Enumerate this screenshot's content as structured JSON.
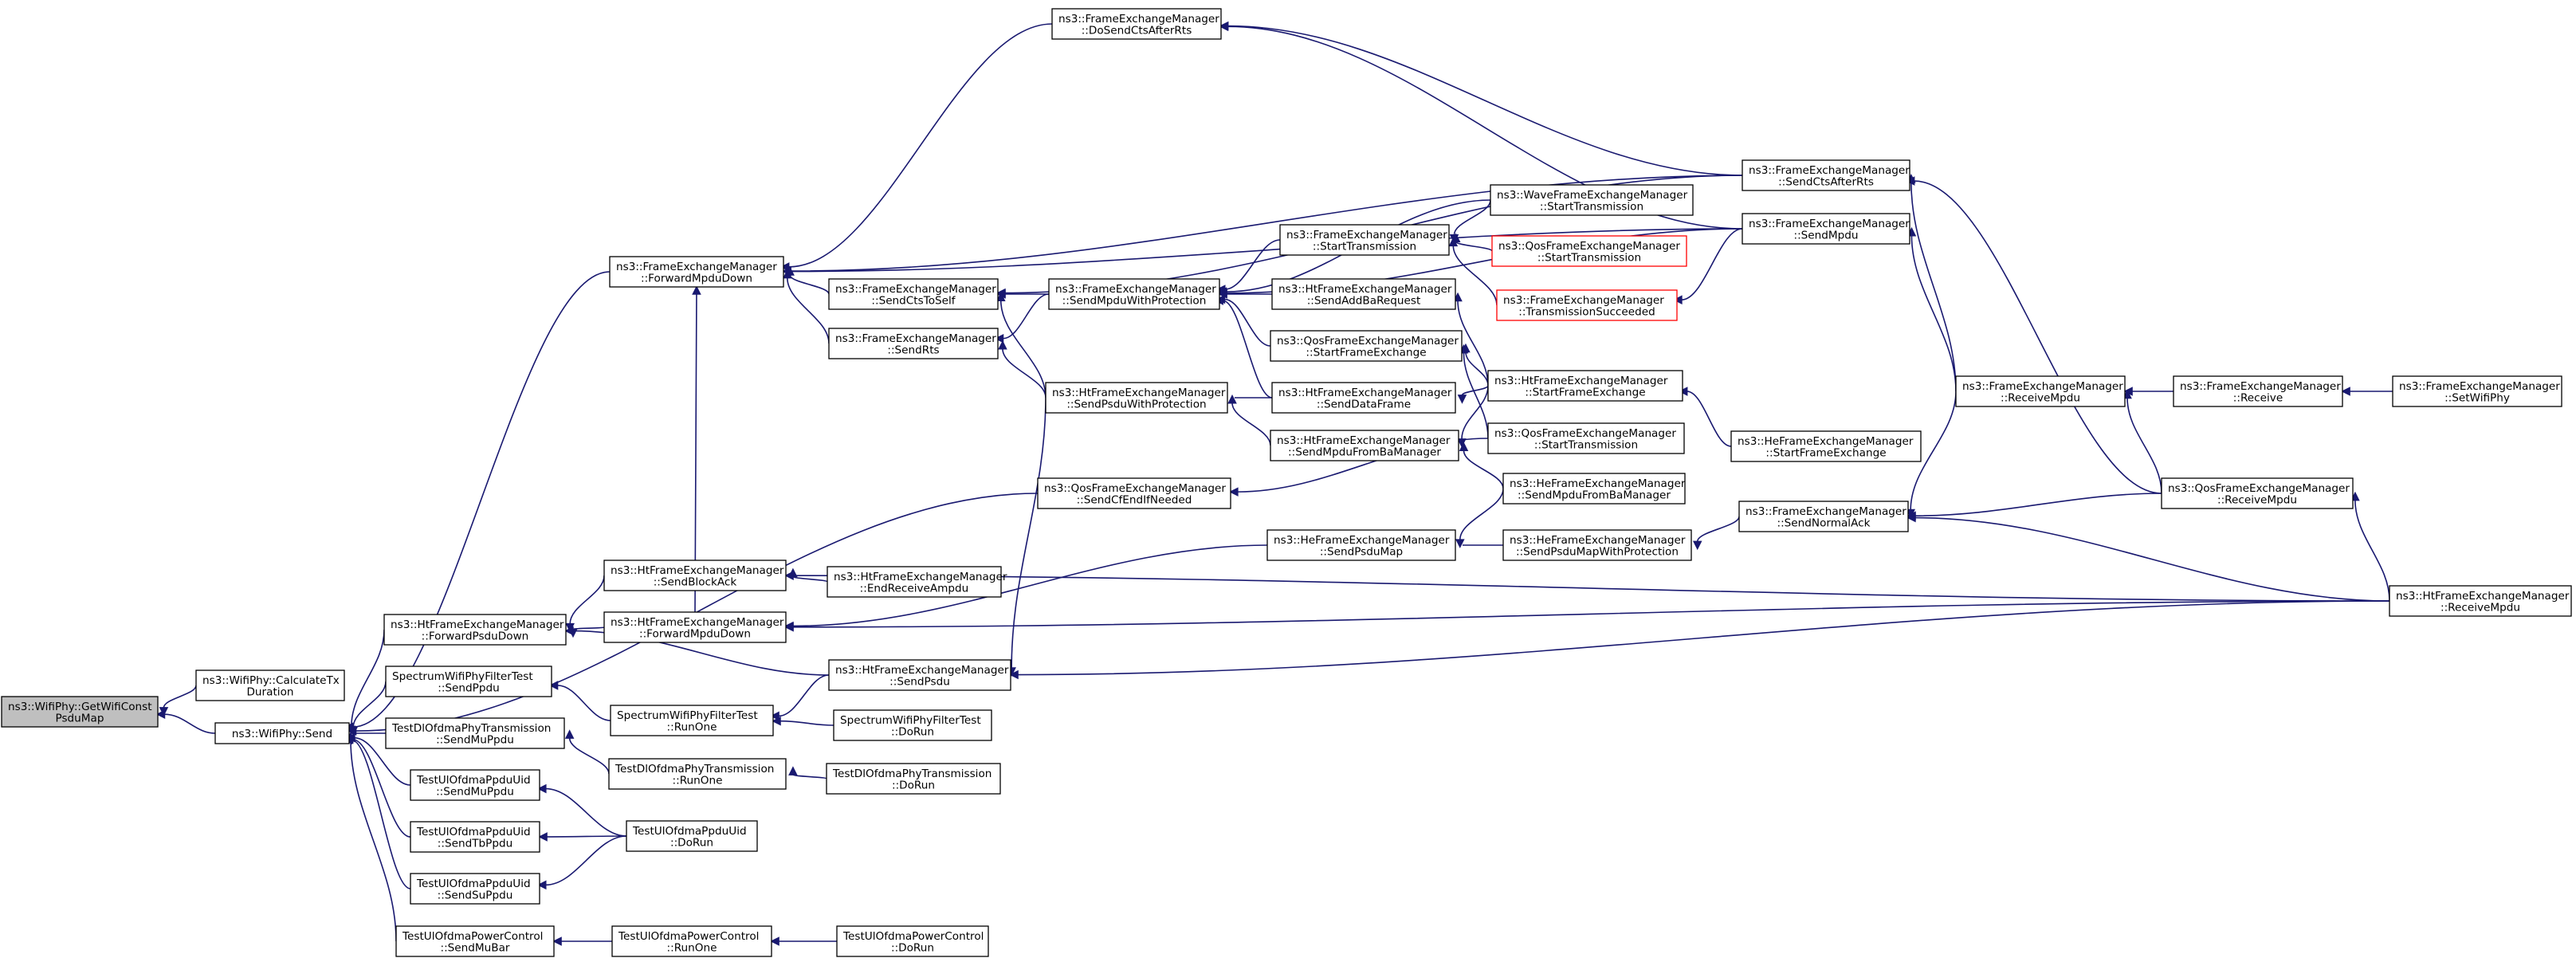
{
  "graph": {
    "nodes": [
      {
        "id": "n0",
        "lines": [
          "ns3::WifiPhy::GetWifiConst",
          "PsduMap"
        ],
        "style": "root"
      },
      {
        "id": "n1",
        "lines": [
          "ns3::WifiPhy::CalculateTx",
          "Duration"
        ],
        "style": "normal"
      },
      {
        "id": "n2",
        "lines": [
          "ns3::WifiPhy::Send"
        ],
        "style": "normal"
      },
      {
        "id": "n3",
        "lines": [
          "ns3::FrameExchangeManager",
          "::ForwardMpduDown"
        ],
        "style": "normal"
      },
      {
        "id": "n4",
        "lines": [
          "ns3::HtFrameExchangeManager",
          "::ForwardPsduDown"
        ],
        "style": "normal"
      },
      {
        "id": "n5",
        "lines": [
          "SpectrumWifiPhyFilterTest",
          "::SendPpdu"
        ],
        "style": "normal"
      },
      {
        "id": "n6",
        "lines": [
          "TestDlOfdmaPhyTransmission",
          "::SendMuPpdu"
        ],
        "style": "normal"
      },
      {
        "id": "n7",
        "lines": [
          "TestUlOfdmaPpduUid",
          "::SendMuPpdu"
        ],
        "style": "normal"
      },
      {
        "id": "n8",
        "lines": [
          "TestUlOfdmaPpduUid",
          "::SendTbPpdu"
        ],
        "style": "normal"
      },
      {
        "id": "n9",
        "lines": [
          "TestUlOfdmaPpduUid",
          "::SendSuPpdu"
        ],
        "style": "normal"
      },
      {
        "id": "n10",
        "lines": [
          "TestUlOfdmaPowerControl",
          "::SendMuBar"
        ],
        "style": "normal"
      },
      {
        "id": "n11",
        "lines": [
          "ns3::FrameExchangeManager",
          "::DoSendCtsAfterRts"
        ],
        "style": "normal"
      },
      {
        "id": "n12",
        "lines": [
          "ns3::FrameExchangeManager",
          "::SendCtsToSelf"
        ],
        "style": "normal"
      },
      {
        "id": "n13",
        "lines": [
          "ns3::FrameExchangeManager",
          "::SendRts"
        ],
        "style": "normal"
      },
      {
        "id": "n14",
        "lines": [
          "ns3::QosFrameExchangeManager",
          "::SendCfEndIfNeeded"
        ],
        "style": "normal"
      },
      {
        "id": "n15",
        "lines": [
          "ns3::HtFrameExchangeManager",
          "::SendBlockAck"
        ],
        "style": "normal"
      },
      {
        "id": "n16",
        "lines": [
          "ns3::HtFrameExchangeManager",
          "::ForwardMpduDown"
        ],
        "style": "normal"
      },
      {
        "id": "n17",
        "lines": [
          "ns3::HtFrameExchangeManager",
          "::SendPsdu"
        ],
        "style": "normal"
      },
      {
        "id": "n18",
        "lines": [
          "ns3::HtFrameExchangeManager",
          "::EndReceiveAmpdu"
        ],
        "style": "normal"
      },
      {
        "id": "n19",
        "lines": [
          "SpectrumWifiPhyFilterTest",
          "::RunOne"
        ],
        "style": "normal"
      },
      {
        "id": "n20",
        "lines": [
          "TestDlOfdmaPhyTransmission",
          "::RunOne"
        ],
        "style": "normal"
      },
      {
        "id": "n21",
        "lines": [
          "TestUlOfdmaPpduUid",
          "::DoRun"
        ],
        "style": "normal"
      },
      {
        "id": "n22",
        "lines": [
          "TestUlOfdmaPowerControl",
          "::RunOne"
        ],
        "style": "normal"
      },
      {
        "id": "n23",
        "lines": [
          "ns3::FrameExchangeManager",
          "::SendMpduWithProtection"
        ],
        "style": "normal"
      },
      {
        "id": "n24",
        "lines": [
          "ns3::HtFrameExchangeManager",
          "::SendPsduWithProtection"
        ],
        "style": "normal"
      },
      {
        "id": "n25",
        "lines": [
          "SpectrumWifiPhyFilterTest",
          "::DoRun"
        ],
        "style": "normal"
      },
      {
        "id": "n26",
        "lines": [
          "TestDlOfdmaPhyTransmission",
          "::DoRun"
        ],
        "style": "normal"
      },
      {
        "id": "n27",
        "lines": [
          "TestUlOfdmaPowerControl",
          "::DoRun"
        ],
        "style": "normal"
      },
      {
        "id": "n28",
        "lines": [
          "ns3::FrameExchangeManager",
          "::StartTransmission"
        ],
        "style": "normal"
      },
      {
        "id": "n29",
        "lines": [
          "ns3::HtFrameExchangeManager",
          "::SendAddBaRequest"
        ],
        "style": "normal"
      },
      {
        "id": "n30",
        "lines": [
          "ns3::QosFrameExchangeManager",
          "::StartFrameExchange"
        ],
        "style": "normal"
      },
      {
        "id": "n31",
        "lines": [
          "ns3::HtFrameExchangeManager",
          "::SendDataFrame"
        ],
        "style": "normal"
      },
      {
        "id": "n32",
        "lines": [
          "ns3::HtFrameExchangeManager",
          "::SendMpduFromBaManager"
        ],
        "style": "normal"
      },
      {
        "id": "n33",
        "lines": [
          "ns3::HeFrameExchangeManager",
          "::SendPsduMap"
        ],
        "style": "normal"
      },
      {
        "id": "n34",
        "lines": [
          "ns3::WaveFrameExchangeManager",
          "::StartTransmission"
        ],
        "style": "normal"
      },
      {
        "id": "n35",
        "lines": [
          "ns3::QosFrameExchangeManager",
          "::StartTransmission"
        ],
        "style": "trunc"
      },
      {
        "id": "n36",
        "lines": [
          "ns3::FrameExchangeManager",
          "::TransmissionSucceeded"
        ],
        "style": "trunc"
      },
      {
        "id": "n37",
        "lines": [
          "ns3::HtFrameExchangeManager",
          "::StartFrameExchange"
        ],
        "style": "normal"
      },
      {
        "id": "n38",
        "lines": [
          "ns3::QosFrameExchangeManager",
          "::StartTransmission"
        ],
        "style": "normal"
      },
      {
        "id": "n39",
        "lines": [
          "ns3::HeFrameExchangeManager",
          "::SendMpduFromBaManager"
        ],
        "style": "normal"
      },
      {
        "id": "n40",
        "lines": [
          "ns3::HeFrameExchangeManager",
          "::SendPsduMapWithProtection"
        ],
        "style": "normal"
      },
      {
        "id": "n41",
        "lines": [
          "ns3::FrameExchangeManager",
          "::SendCtsAfterRts"
        ],
        "style": "normal"
      },
      {
        "id": "n42",
        "lines": [
          "ns3::FrameExchangeManager",
          "::SendMpdu"
        ],
        "style": "normal"
      },
      {
        "id": "n43",
        "lines": [
          "ns3::HeFrameExchangeManager",
          "::StartFrameExchange"
        ],
        "style": "normal"
      },
      {
        "id": "n44",
        "lines": [
          "ns3::FrameExchangeManager",
          "::SendNormalAck"
        ],
        "style": "normal"
      },
      {
        "id": "n45",
        "lines": [
          "ns3::FrameExchangeManager",
          "::ReceiveMpdu"
        ],
        "style": "normal"
      },
      {
        "id": "n46",
        "lines": [
          "ns3::FrameExchangeManager",
          "::Receive"
        ],
        "style": "normal"
      },
      {
        "id": "n47",
        "lines": [
          "ns3::FrameExchangeManager",
          "::SetWifiPhy"
        ],
        "style": "normal"
      },
      {
        "id": "n48",
        "lines": [
          "ns3::QosFrameExchangeManager",
          "::ReceiveMpdu"
        ],
        "style": "normal"
      },
      {
        "id": "n49",
        "lines": [
          "ns3::HtFrameExchangeManager",
          "::ReceiveMpdu"
        ],
        "style": "normal"
      }
    ],
    "edges": [
      [
        "n1",
        "n0"
      ],
      [
        "n2",
        "n0"
      ],
      [
        "n3",
        "n2"
      ],
      [
        "n4",
        "n2"
      ],
      [
        "n5",
        "n2"
      ],
      [
        "n6",
        "n2"
      ],
      [
        "n7",
        "n2"
      ],
      [
        "n8",
        "n2"
      ],
      [
        "n9",
        "n2"
      ],
      [
        "n10",
        "n2"
      ],
      [
        "n11",
        "n3"
      ],
      [
        "n12",
        "n3"
      ],
      [
        "n13",
        "n3"
      ],
      [
        "n16",
        "n3"
      ],
      [
        "n42",
        "n3"
      ],
      [
        "n41",
        "n3"
      ],
      [
        "n14",
        "n2"
      ],
      [
        "n15",
        "n4"
      ],
      [
        "n16",
        "n4"
      ],
      [
        "n17",
        "n4"
      ],
      [
        "n18",
        "n15"
      ],
      [
        "n49",
        "n15"
      ],
      [
        "n33",
        "n16"
      ],
      [
        "n49",
        "n16"
      ],
      [
        "n17",
        "n19"
      ],
      [
        "n24",
        "n17"
      ],
      [
        "n49",
        "n17"
      ],
      [
        "n19",
        "n5"
      ],
      [
        "n20",
        "n6"
      ],
      [
        "n21",
        "n7"
      ],
      [
        "n21",
        "n8"
      ],
      [
        "n21",
        "n9"
      ],
      [
        "n22",
        "n10"
      ],
      [
        "n25",
        "n19"
      ],
      [
        "n26",
        "n20"
      ],
      [
        "n27",
        "n22"
      ],
      [
        "n23",
        "n12"
      ],
      [
        "n24",
        "n12"
      ],
      [
        "n23",
        "n13"
      ],
      [
        "n24",
        "n13"
      ],
      [
        "n41",
        "n12"
      ],
      [
        "n38",
        "n14"
      ],
      [
        "n28",
        "n23"
      ],
      [
        "n29",
        "n23"
      ],
      [
        "n30",
        "n23"
      ],
      [
        "n31",
        "n23"
      ],
      [
        "n34",
        "n23"
      ],
      [
        "n42",
        "n23"
      ],
      [
        "n31",
        "n24"
      ],
      [
        "n32",
        "n24"
      ],
      [
        "n34",
        "n28"
      ],
      [
        "n35",
        "n28"
      ],
      [
        "n36",
        "n28"
      ],
      [
        "n37",
        "n29"
      ],
      [
        "n37",
        "n30"
      ],
      [
        "n38",
        "n30"
      ],
      [
        "n37",
        "n31"
      ],
      [
        "n37",
        "n32"
      ],
      [
        "n39",
        "n32"
      ],
      [
        "n40",
        "n33"
      ],
      [
        "n39",
        "n33"
      ],
      [
        "n42",
        "n11"
      ],
      [
        "n41",
        "n11"
      ],
      [
        "n42",
        "n36"
      ],
      [
        "n43",
        "n37"
      ],
      [
        "n44",
        "n40"
      ],
      [
        "n45",
        "n41"
      ],
      [
        "n48",
        "n41"
      ],
      [
        "n45",
        "n42"
      ],
      [
        "n45",
        "n44"
      ],
      [
        "n48",
        "n44"
      ],
      [
        "n49",
        "n44"
      ],
      [
        "n46",
        "n45"
      ],
      [
        "n48",
        "n45"
      ],
      [
        "n47",
        "n46"
      ],
      [
        "n49",
        "n48"
      ]
    ]
  }
}
